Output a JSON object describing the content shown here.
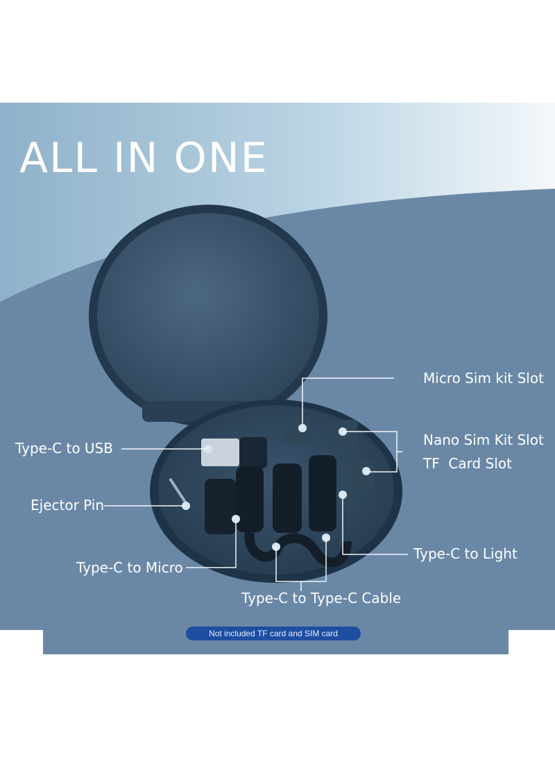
{
  "headline": "ALL IN ONE",
  "labels": {
    "micro_sim_kit_slot": "Micro Sim kit Slot",
    "type_c_to_usb": "Type-C to USB",
    "nano_sim_kit_slot": "Nano Sim Kit Slot",
    "tf_card_slot": "TF  Card Slot",
    "ejector_pin": "Ejector Pin",
    "type_c_to_light": "Type-C to Light",
    "type_c_to_micro": "Type-C to Micro",
    "type_c_to_type_c_cable": "Type-C to Type-C Cable"
  },
  "note": "Not included TF card and SIM card",
  "colors": {
    "background": "#6a88a6",
    "case": "#2c4258",
    "banner_light": "#b9d3e3",
    "note_badge": "#1d4ea0",
    "text": "#ffffff"
  }
}
